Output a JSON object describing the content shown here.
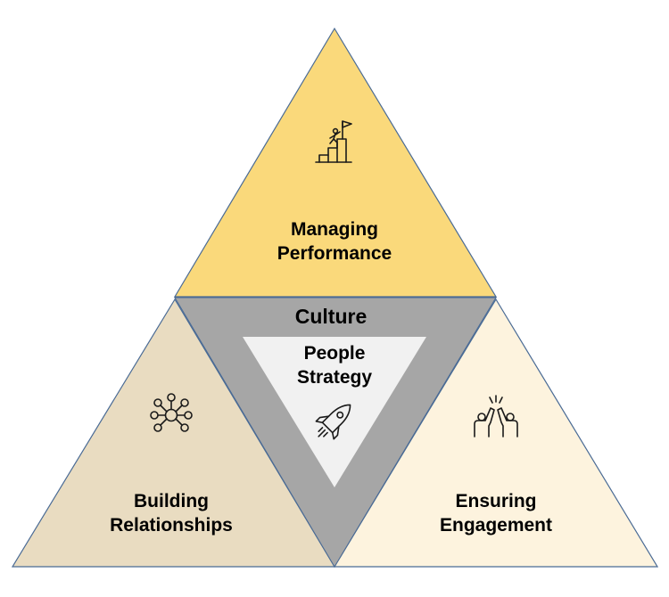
{
  "top": {
    "line1": "Managing",
    "line2": "Performance",
    "color": "#fad97b",
    "icon": "summit-flag-icon"
  },
  "left": {
    "line1": "Building",
    "line2": "Relationships",
    "color": "#e9dcc1",
    "icon": "network-nodes-icon"
  },
  "right": {
    "line1": "Ensuring",
    "line2": "Engagement",
    "color": "#fdf3de",
    "icon": "high-five-icon"
  },
  "culture": {
    "label": "Culture",
    "color": "#a6a6a6"
  },
  "center": {
    "line1": "People",
    "line2": "Strategy",
    "color": "#f1f1f1",
    "icon": "rocket-icon"
  }
}
